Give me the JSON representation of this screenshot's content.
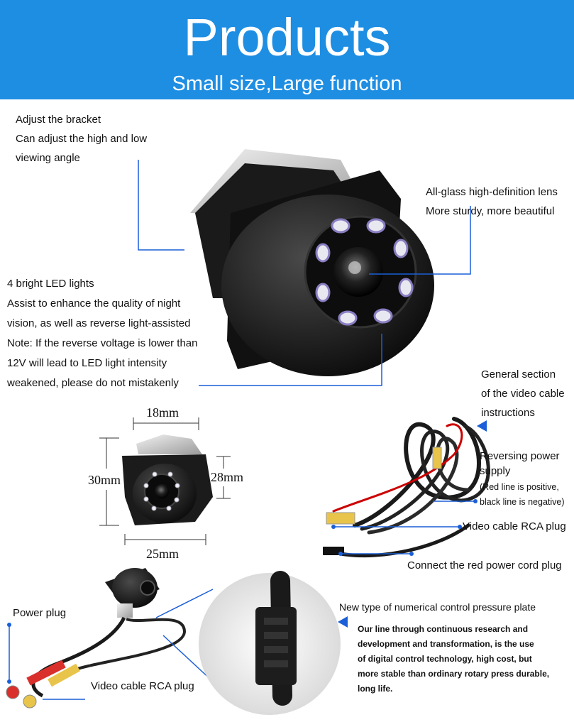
{
  "header": {
    "title": "Products",
    "subtitle": "Small size,Large function"
  },
  "callouts": {
    "bracket": [
      "Adjust the bracket",
      "Can adjust the high and low",
      "viewing angle"
    ],
    "lens": [
      "All-glass high-definition lens",
      "More sturdy, more beautiful"
    ],
    "led": [
      "4 bright LED lights",
      "Assist to enhance the quality of night",
      "vision, as well as reverse light-assisted",
      "Note: If the reverse voltage is lower than",
      "12V will lead to LED light intensity",
      "weakened, please do not mistakenly"
    ],
    "general": [
      "General section",
      "of the video cable",
      "instructions"
    ],
    "reversing": [
      "Reversing power",
      "supply"
    ],
    "polarity": [
      "(Red line is positive,",
      "black line is negative)"
    ],
    "rca_right": "Video cable RCA plug",
    "red_cord": "Connect the red power cord plug",
    "power_plug": "Power plug",
    "rca_bottom": "Video cable RCA plug",
    "pressure_title": "New type of numerical control pressure plate",
    "pressure_body": [
      "Our line through continuous research and",
      "development and transformation, is the use",
      "of digital control technology, high cost, but",
      "more stable than ordinary rotary press durable,",
      "long life."
    ]
  },
  "dimensions": {
    "top": "18mm",
    "left": "30mm",
    "right": "28mm",
    "bottom": "25mm"
  },
  "colors": {
    "banner": "#1e8ee3",
    "leader": "#1a5fd8"
  }
}
